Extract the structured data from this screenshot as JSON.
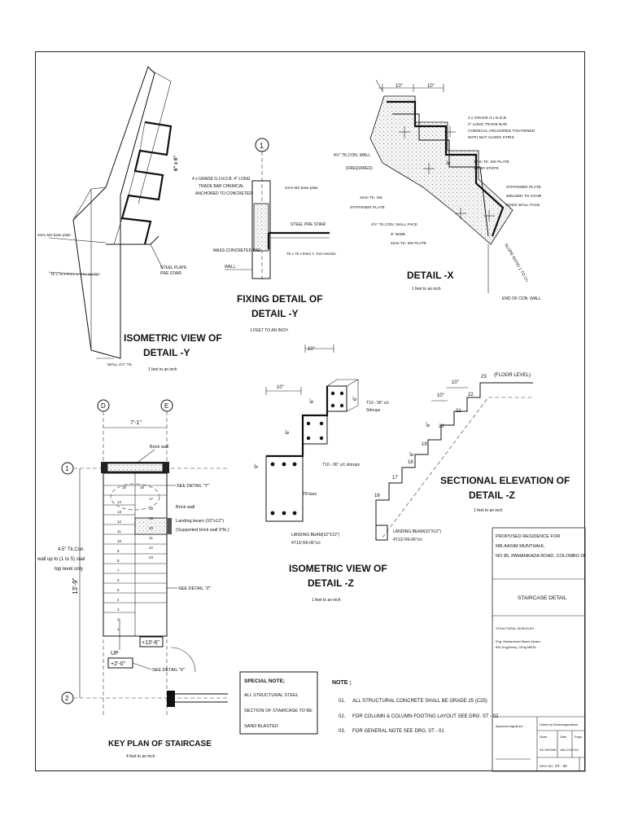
{
  "isometric_y": {
    "title_line1": "ISOMETRIC VIEW OF",
    "title_line2": "DETAIL -Y",
    "scale": "1 feet to an inch",
    "base_plate": "4mm MS base plate",
    "section": "75 x 75 x 6mm 'L' Iron section",
    "steel_plate_line1": "STEEL PLATE",
    "steel_plate_line2": "PRE STAIR",
    "wall": "WALL 4½\" TK.",
    "dim": "6\" x 6\""
  },
  "fixing_y": {
    "title_line1": "FIXING DETAIL OF",
    "title_line2": "DETAIL -Y",
    "scale": "1 FEET TO AN INCH",
    "grid": "1",
    "note1_line1": "4 x GRADE G.I.N.D.B. 4\" LONG",
    "note1_line2": "TRADE BAR CHEMICAL",
    "note1_line3": "ANCHORED TO CONCRETED",
    "base_plate": "4mm MS base plate",
    "steel_pre_stair": "STEEL PRE STAIR",
    "mass_concreted_pad": "MASS CONCRETED PAD",
    "section": "75 x 75 x 6mm 'L' Iron section",
    "wall": "WALL"
  },
  "detail_x": {
    "title": "DETAIL -X",
    "scale": "1 feet to an inch",
    "dim1": "10\"",
    "dim2": "10\"",
    "dim3": "6\"",
    "note_bolt_line1": "4 x GRADE G.I.N.D.B.",
    "note_bolt_line2": "4\" LONG TRADE BAR",
    "note_bolt_line3": "CHEMICAL ANCHORED TIGHTENED",
    "note_bolt_line4": "WITH NUT ALONG STRIS",
    "wall_line1": "4½\" TK.CON. WALL",
    "wall_line2": "(FREQUIRED)",
    "plate_line1": "4mm TK. MS PLATE",
    "plate_line2": "STAIR STEPS",
    "stiff_line1": "4mm TK. MS",
    "stiff_line2": "STIFFENER PLATE",
    "stiffener_line1": "STIFFENER PLATE",
    "stiffener_line2": "WELDED TO STAIR",
    "stiffener_line3": "EDGE WALL FACE",
    "face_line1": "4½\" TK.CON. WALL FACE",
    "face_line2": "9\" WIDE",
    "face_line3": "4mm TK. MS PLATE",
    "slope": "SLOPE RATIO 1 TO 1½",
    "end_wall": "END OF CON. WALL"
  },
  "isometric_z": {
    "title_line1": "ISOMETRIC VIEW OF",
    "title_line2": "DETAIL -Z",
    "scale": "1 feet to an inch",
    "dim_top": "10\"",
    "dim_left": "10\"",
    "dim_6a": "6\"",
    "dim_6b": "6\"",
    "dim_6c": "6\"",
    "dim_9": "9\"",
    "stirrups1_line1": "T10 - 06\" c/c",
    "stirrups1_line2": "Stirrups",
    "stirrups2": "T10 - 06\" c/c stirrups",
    "t8": "T8 bars",
    "beam_line1": "LANDING BEAM(10\"X12\")",
    "beam_line2": "4T12/ R6-06\"c/c"
  },
  "sectional_z": {
    "title_line1": "SECTIONAL ELEVATION OF",
    "title_line2": "DETAIL -Z",
    "scale": "1 feet to an inch",
    "floor_level": "(FLOOR LEVEL)",
    "dim_10a": "10\"",
    "dim_10b": "10\"",
    "dim_6": "6\"",
    "dim_6b": "6\"",
    "steps": [
      "16",
      "17",
      "18",
      "19",
      "20",
      "21",
      "22",
      "23"
    ],
    "beam_line1": "LANDING BEAM(10\"X12\")",
    "beam_line2": "4T12/ R6-06\"c/c"
  },
  "key_plan": {
    "title": "KEY PLAN OF STAIRCASE",
    "scale": "4 feet to an inch",
    "grid_d": "D",
    "grid_e": "E",
    "grid_1": "1",
    "grid_2": "2",
    "dim_width": "7'-1\"",
    "dim_height": "13'-9\"",
    "brick_wall_top": "Brick wall",
    "see_y": "SEE DETAIL \"Y\"",
    "brick_wall": "Brick wall",
    "landing_line1": "Landing beam (10\"x12\")",
    "landing_line2": "(Supported brick wall 9\"tk.)",
    "wall_note_line1": "4.5\" Tk.Con.",
    "wall_note_line2": "wall up to (1 to 5) stair",
    "wall_note_line3": "top level only",
    "see_z": "SEE DETAIL \"Z\"",
    "level_top": "+13'-6\"",
    "up": "UP",
    "level_bottom": "+2'-0\"",
    "see_x": "SEE DETAIL \"X\"",
    "step_numbers": [
      "1",
      "2",
      "3",
      "4",
      "5",
      "6",
      "7",
      "8",
      "9",
      "10",
      "11",
      "12",
      "13",
      "14",
      "15",
      "16",
      "17",
      "18",
      "19",
      "20",
      "21",
      "22",
      "23"
    ]
  },
  "special_note": {
    "heading": "SPECIAL NOTE;",
    "line1": "ALL STRUCTURAL STEEL",
    "line2": "SECTION OF STAIRCASE TO BE",
    "line3": "SAND BLASTED"
  },
  "notes": {
    "heading": "NOTE ;",
    "items": [
      {
        "num": "01.",
        "text": "ALL STRUCTURAL CONCRETE SHALL BE GRADE 25 (C25)"
      },
      {
        "num": "02.",
        "text": "FOR COLUMN & COLUMN FOOTING LAYOUT SEE DRG. ST - 02"
      },
      {
        "num": "03.",
        "text": "FOR GENERAL NOTE SEE DRG. ST - 01"
      }
    ]
  },
  "title_block": {
    "project_line1": "PROPOSED RESIDENCE FOR",
    "project_line2": "MR.AASIM MUNTHAHI,",
    "project_line3": "NO 85, PAMANKADA ROAD, COLOMBO 06",
    "drawing_title": "STAIRCASE DETAIL",
    "structural_label": "STRUCTURAL DESIGN BY:",
    "engineer_line1": "Eng. Muhammed Mazin Akram.",
    "engineer_line2": "BSc Eng(Hons), CEng MIESL",
    "approved_label": "Approved signature:",
    "drawn_label": "Drawn by:",
    "drawn_value": "Shanmuganathan",
    "scale_label": "Scale",
    "scale_value": "AS SHOWN",
    "date_label": "Date",
    "date_value": "JAN 2018",
    "page_label": "Page",
    "page_value": "A3",
    "drg_label": "DRG NO:",
    "drg_value": "ST - 30"
  }
}
